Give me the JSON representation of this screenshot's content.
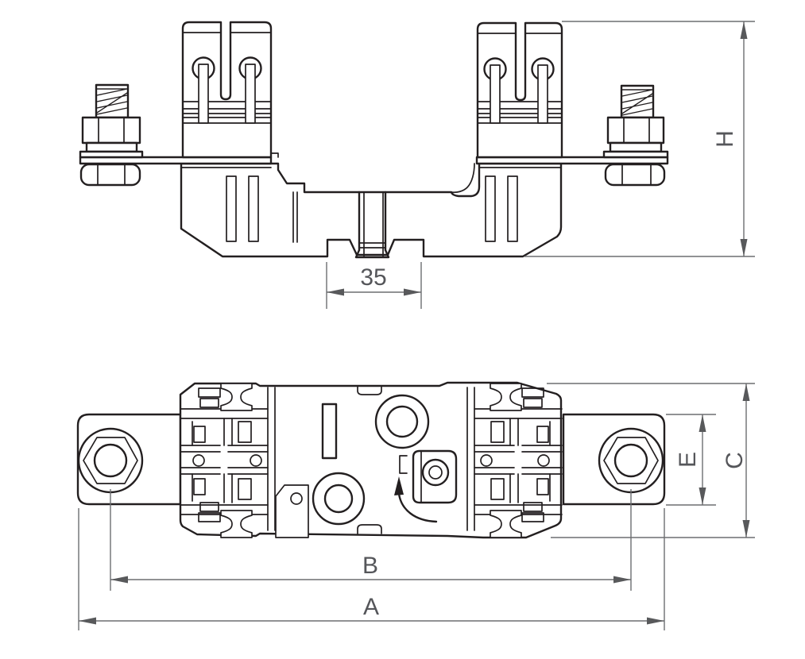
{
  "drawing": {
    "colors": {
      "line": "#231f20",
      "dimension_line": "#6d6e71",
      "dimension_label": "#55565a",
      "background": "#ffffff"
    },
    "dimensions": {
      "rail_width": {
        "label": "35"
      },
      "height": {
        "label": "H"
      },
      "bolt_span": {
        "label": "B"
      },
      "overall_length": {
        "label": "A"
      },
      "body_width": {
        "label": "C"
      },
      "tab_width": {
        "label": "E"
      }
    }
  }
}
